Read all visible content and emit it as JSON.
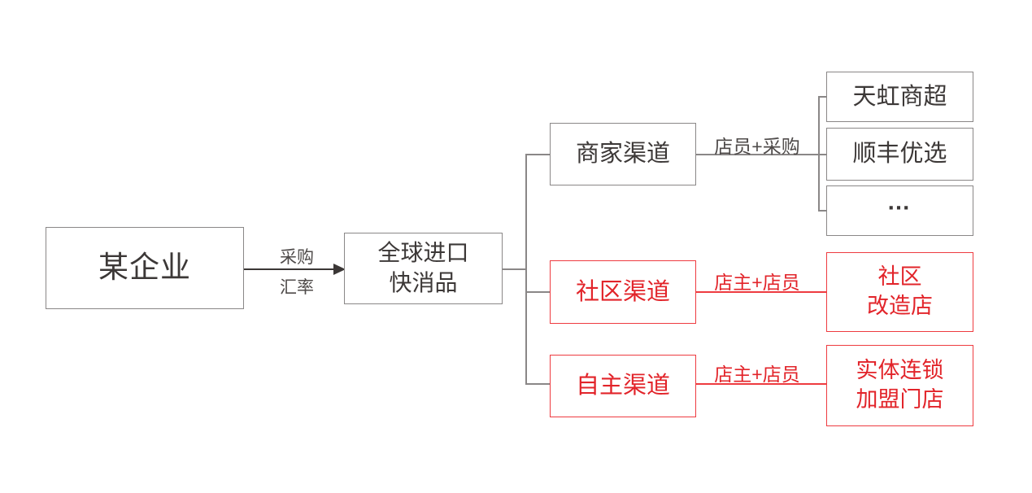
{
  "diagram": {
    "title": "enterprise-import-fmcg-channel-diagram",
    "colors": {
      "dark_text": "#3c3837",
      "gray_line": "#8a8787",
      "label_gray": "#4f4b4a",
      "red": "#e2242a",
      "red_line": "#ee3b40",
      "background": "#ffffff"
    },
    "nodes": {
      "company": "某企业",
      "product_line1": "全球进口",
      "product_line2": "快消品",
      "merchant_channel": "商家渠道",
      "community_channel": "社区渠道",
      "self_channel": "自主渠道",
      "tianhong": "天虹商超",
      "sf_best": "顺丰优选",
      "more": "…",
      "community_store_line1": "社区",
      "community_store_line2": "改造店",
      "chain_store_line1": "实体连锁",
      "chain_store_line2": "加盟门店"
    },
    "edge_labels": {
      "procurement": "采购",
      "exchange_rate": "汇率",
      "clerk_procurement": "店员+采购",
      "owner_clerk_community": "店主+店员",
      "owner_clerk_self": "店主+店员"
    }
  }
}
